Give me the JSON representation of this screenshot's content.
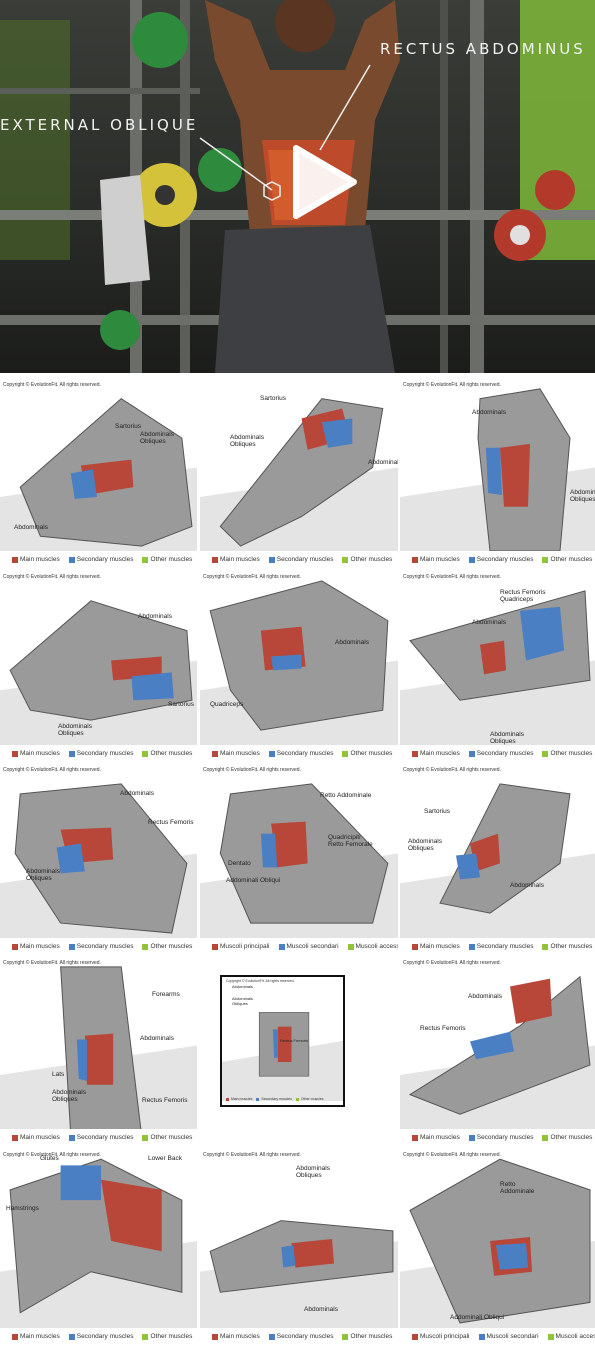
{
  "hero": {
    "label_rectus": "RECTUS ABDOMINUS",
    "label_oblique": "EXTERNAL OBLIQUE",
    "play_icon": "play-icon"
  },
  "colors": {
    "main": "#b8473a",
    "secondary": "#4a7fc4",
    "other": "#8fc43a"
  },
  "cards": [
    {
      "copyright": "Copyright © EvolutionFit. All rights reserved.",
      "labels": [
        "Sartorius",
        "Abdominals\nObliques",
        "Abdominals"
      ],
      "legend": [
        "Main muscles",
        "Secondary muscles",
        "Other muscles"
      ]
    },
    {
      "copyright": "",
      "labels": [
        "Sartorius",
        "Abdominals\nObliques",
        "Abdominals"
      ],
      "legend": [
        "Main muscles",
        "Secondary muscles",
        "Other muscles"
      ]
    },
    {
      "copyright": "Copyright © EvolutionFit. All rights reserved.",
      "labels": [
        "Abdominals",
        "Abdominals\nObliques"
      ],
      "legend": [
        "Main muscles",
        "Secondary muscles",
        "Other muscles"
      ]
    },
    {
      "copyright": "Copyright © EvolutionFit. All rights reserved.",
      "labels": [
        "Abdominals",
        "Abdominals\nObliques",
        "Sartorius"
      ],
      "legend": [
        "Main muscles",
        "Secondary muscles",
        "Other muscles"
      ]
    },
    {
      "copyright": "Copyright © EvolutionFit. All rights reserved.",
      "labels": [
        "Abdominals",
        "Quadriceps"
      ],
      "legend": [
        "Main muscles",
        "Secondary muscles",
        "Other muscles"
      ]
    },
    {
      "copyright": "Copyright © EvolutionFit. All rights reserved.",
      "labels": [
        "Rectus Femoris\nQuadriceps",
        "Abdominals",
        "Abdominals\nObliques"
      ],
      "legend": [
        "Main muscles",
        "Secondary muscles",
        "Other muscles"
      ]
    },
    {
      "copyright": "Copyright © EvolutionFit. All rights reserved.",
      "labels": [
        "Abdominals",
        "Rectus Femoris",
        "Abdominals\nObliques"
      ],
      "legend": [
        "Main muscles",
        "Secondary muscles",
        "Other muscles"
      ]
    },
    {
      "copyright": "Copyright © EvolutionFit. All rights reserved.",
      "labels": [
        "Retto Addominale",
        "Quadricipiti\nRetto Femorale",
        "Dentato",
        "Addominali Obliqui"
      ],
      "legend": [
        "Muscoli principali",
        "Muscoli secondari",
        "Muscoli accessori"
      ]
    },
    {
      "copyright": "Copyright © EvolutionFit. All rights reserved.",
      "labels": [
        "Sartorius",
        "Abdominals\nObliques",
        "Abdominals"
      ],
      "legend": [
        "Main muscles",
        "Secondary muscles",
        "Other muscles"
      ]
    },
    {
      "copyright": "Copyright © EvolutionFit. All rights reserved.",
      "labels": [
        "Forearms",
        "Abdominals",
        "Lats",
        "Abdominals\nObliques",
        "Rectus Femoris"
      ],
      "legend": [
        "Main muscles",
        "Secondary muscles",
        "Other muscles"
      ]
    },
    {
      "copyright": "Copyright © EvolutionFit. All rights reserved.",
      "labels": [
        "Abdominals",
        "Abdominals\nObliques",
        "Rectus Femoris"
      ],
      "legend": [
        "Main muscles",
        "Secondary muscles",
        "Other muscles"
      ]
    },
    {
      "copyright": "Copyright © EvolutionFit. All rights reserved.",
      "labels": [
        "Abdominals",
        "Rectus Femoris"
      ],
      "legend": [
        "Main muscles",
        "Secondary muscles",
        "Other muscles"
      ]
    },
    {
      "copyright": "Copyright © EvolutionFit. All rights reserved.",
      "labels": [
        "Glutes",
        "Lower Back",
        "Hamstrings"
      ],
      "legend": [
        "Main muscles",
        "Secondary muscles",
        "Other muscles"
      ]
    },
    {
      "copyright": "Copyright © EvolutionFit. All rights reserved.",
      "labels": [
        "Abdominals\nObliques",
        "Abdominals"
      ],
      "legend": [
        "Main muscles",
        "Secondary muscles",
        "Other muscles"
      ]
    },
    {
      "copyright": "Copyright © EvolutionFit. All rights reserved.",
      "labels": [
        "Retto\nAddominale",
        "Addominali Obliqui"
      ],
      "legend": [
        "Muscoli principali",
        "Muscoli secondari",
        "Muscoli accessori"
      ]
    }
  ]
}
